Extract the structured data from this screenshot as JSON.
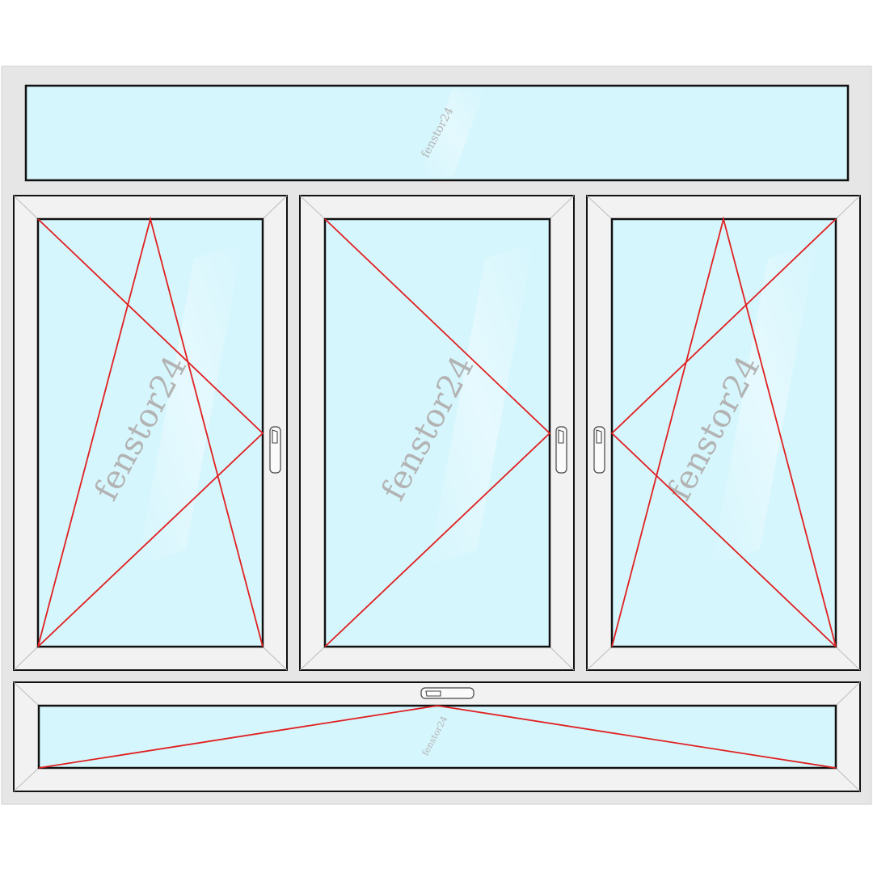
{
  "watermark_text": "fenstor24",
  "colors": {
    "frame": "#e6e6e6",
    "sash": "#f2f2f2",
    "glass": "#d6f6fd",
    "outline": "#111111",
    "opening_lines": "#e02020",
    "watermark": "#b3b3b3"
  },
  "panes": [
    {
      "id": "top-transom",
      "opening": "fixed"
    },
    {
      "id": "left-sash",
      "opening": "tilt-turn",
      "handle_side": "right"
    },
    {
      "id": "center-sash",
      "opening": "turn",
      "handle_side": "right"
    },
    {
      "id": "right-sash",
      "opening": "tilt-turn",
      "handle_side": "left"
    },
    {
      "id": "bottom-transom",
      "opening": "tilt",
      "handle_side": "top"
    }
  ]
}
